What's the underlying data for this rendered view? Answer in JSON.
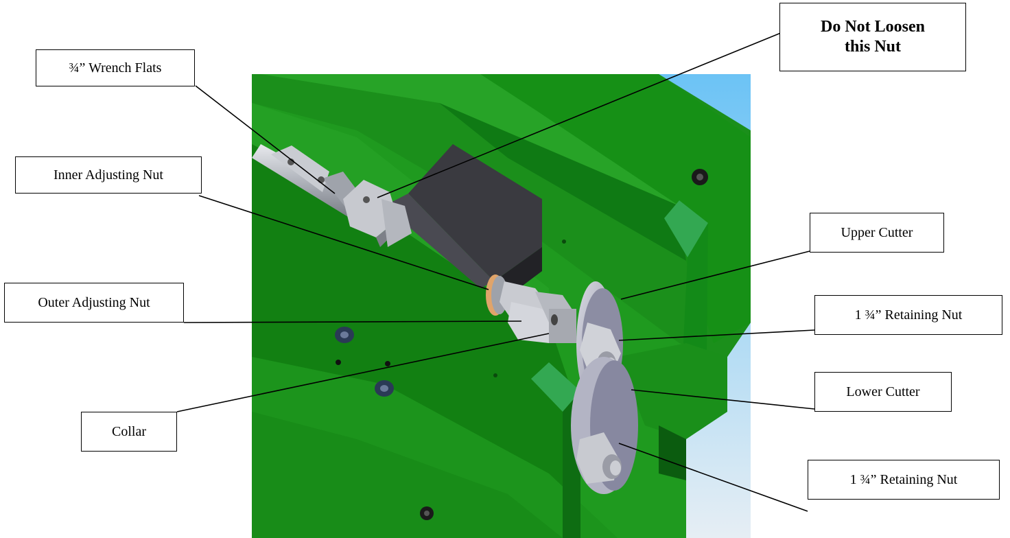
{
  "callouts": {
    "wrench_flats": "¾” Wrench Flats",
    "do_not_loosen_line1": "Do Not Loosen",
    "do_not_loosen_line2": "this Nut",
    "inner_adjusting_nut": "Inner Adjusting Nut",
    "outer_adjusting_nut": "Outer Adjusting Nut",
    "collar": "Collar",
    "upper_cutter": "Upper Cutter",
    "retaining_nut_upper": "1 ¾” Retaining Nut",
    "lower_cutter": "Lower Cutter",
    "retaining_nut_lower": "1 ¾” Retaining Nut"
  },
  "colors": {
    "frame_green": "#1f9a1f",
    "frame_green_dark": "#0d6e12",
    "frame_green_light": "#3cb043",
    "pad_green": "#33a852",
    "sky_blue": "#6cc3f5",
    "steel": "#b8bcc4",
    "block_dark": "#3a3a40"
  }
}
